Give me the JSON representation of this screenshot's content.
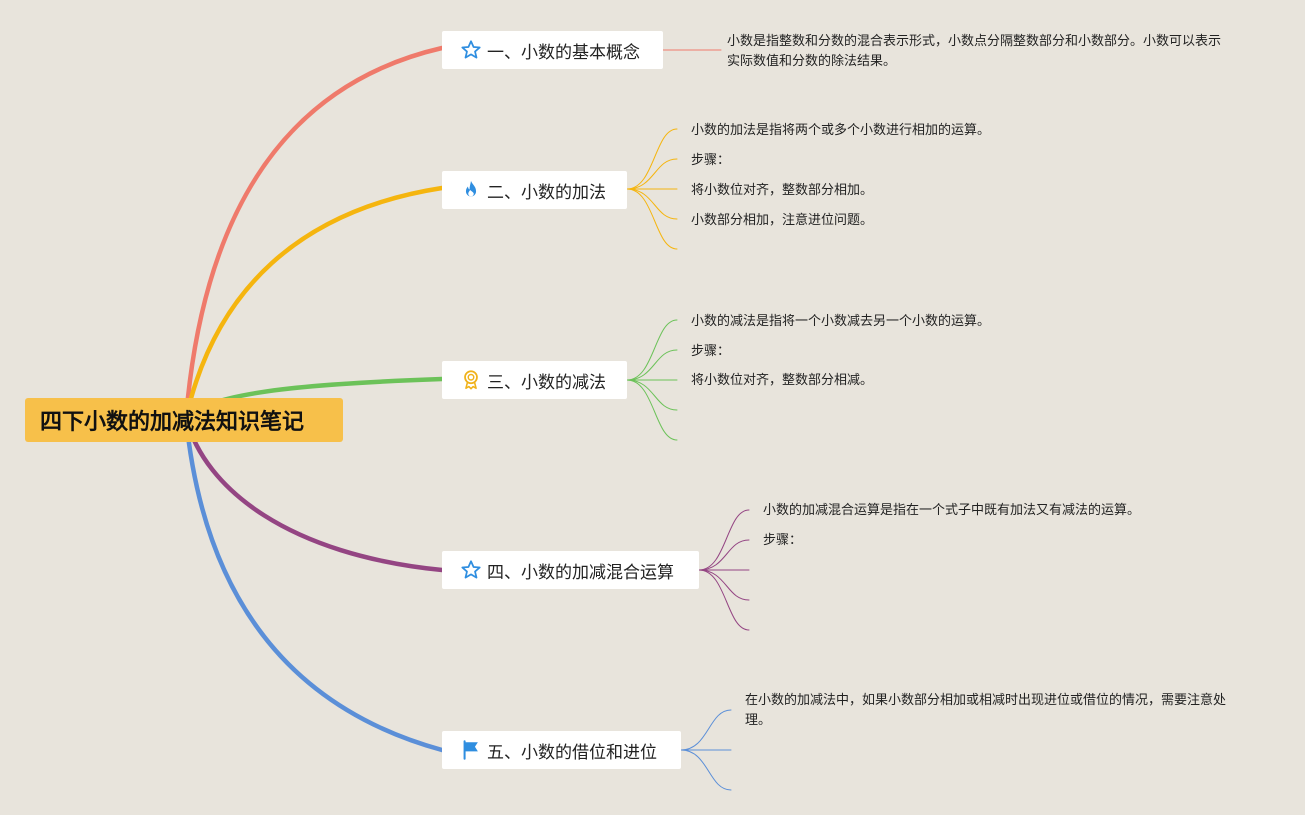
{
  "root": {
    "title": "四下小数的加减法知识笔记",
    "color": "#f7c04a"
  },
  "branches": [
    {
      "id": "b1",
      "title": "一、小数的基本概念",
      "icon": "star-icon",
      "color": "#ef7a6b",
      "leaves": [
        "小数是指整数和分数的混合表示形式，小数点分隔整数部分和小数部分。小数可以表示实际数值和分数的除法结果。"
      ]
    },
    {
      "id": "b2",
      "title": "二、小数的加法",
      "icon": "fire-icon",
      "color": "#f5b50f",
      "leaves": [
        "小数的加法是指将两个或多个小数进行相加的运算。",
        "步骤：",
        "将小数位对齐，整数部分相加。",
        "小数部分相加，注意进位问题。",
        ""
      ]
    },
    {
      "id": "b3",
      "title": "三、小数的减法",
      "icon": "award-icon",
      "color": "#6cc259",
      "leaves": [
        "小数的减法是指将一个小数减去另一个小数的运算。",
        "步骤：",
        "将小数位对齐，整数部分相减。",
        "",
        ""
      ]
    },
    {
      "id": "b4",
      "title": "四、小数的加减混合运算",
      "icon": "star-icon",
      "color": "#944583",
      "leaves": [
        "小数的加减混合运算是指在一个式子中既有加法又有减法的运算。",
        "步骤：",
        "",
        "",
        ""
      ]
    },
    {
      "id": "b5",
      "title": "五、小数的借位和进位",
      "icon": "flag-icon",
      "color": "#5b8fd8",
      "leaves": [
        "在小数的加减法中，如果小数部分相加或相减时出现进位或借位的情况，需要注意处理。",
        "",
        ""
      ]
    }
  ],
  "icon_color": "#2f8ee0"
}
